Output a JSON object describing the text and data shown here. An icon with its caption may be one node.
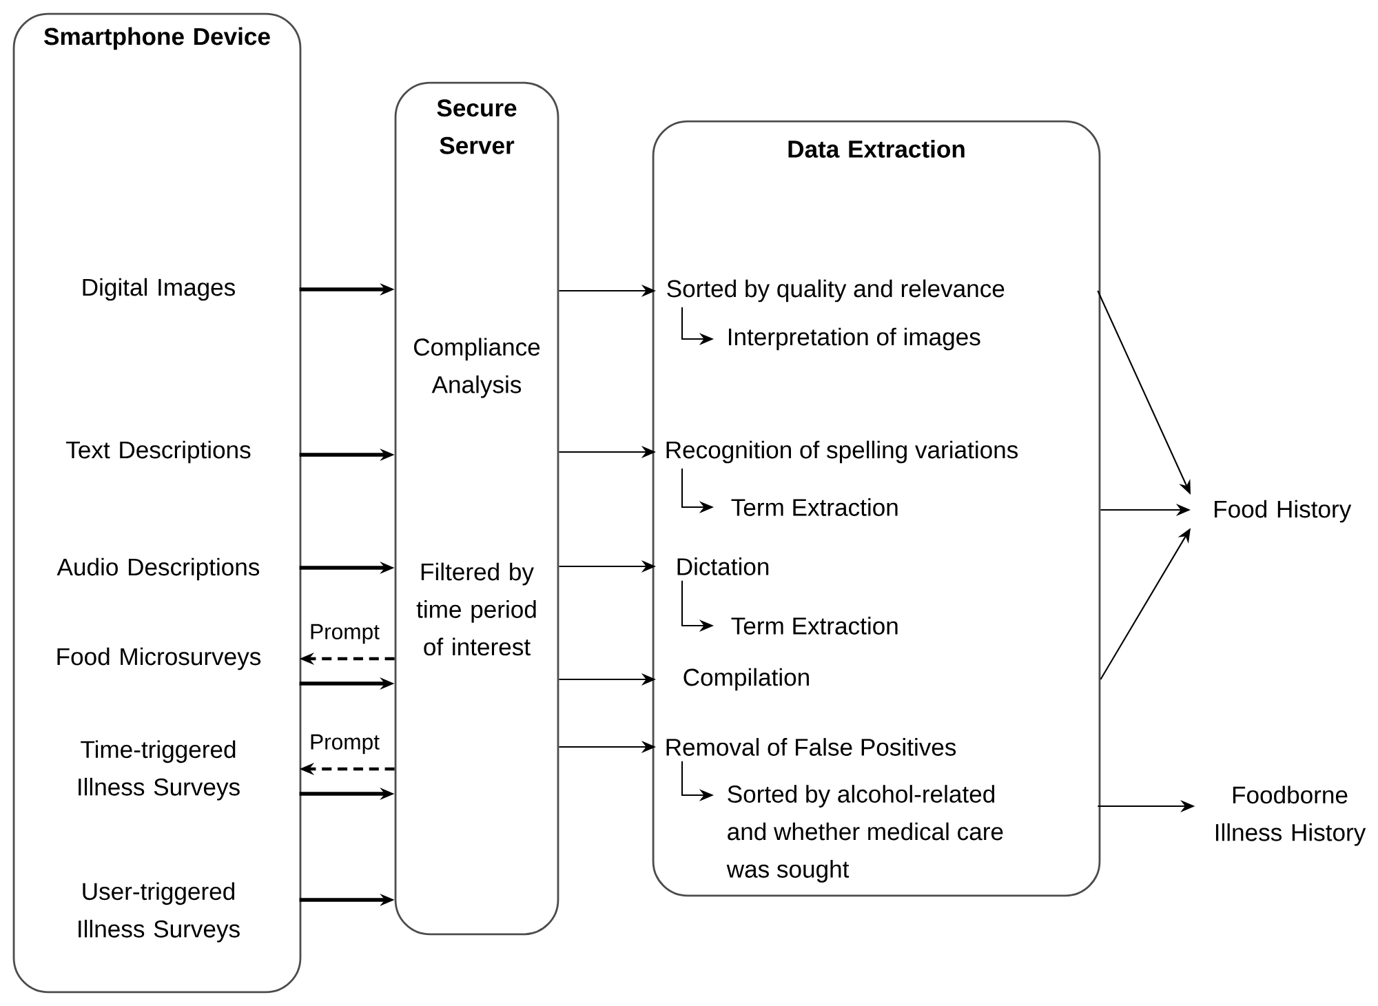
{
  "diagram": {
    "nodes": [
      {
        "text": [
          "Smartphone Device"
        ]
      },
      {
        "text": [
          "Secure Server",
          "Compliance Analysis",
          "Filtered by time period of interest"
        ]
      },
      {
        "text": [
          "Data Extraction"
        ]
      },
      {
        "text": [
          "Digital Images"
        ],
        "in": 0
      },
      {
        "text": [
          "Text Descriptions"
        ],
        "in": 0
      },
      {
        "text": [
          "Audio Descriptions"
        ],
        "in": 0
      },
      {
        "text": [
          "Food Microsurveys"
        ],
        "in": 0
      },
      {
        "text": [
          "Time-triggered Illness Surveys"
        ],
        "in": 0
      },
      {
        "text": [
          "User-triggered Illness Surveys"
        ],
        "in": 0
      },
      {
        "text": [
          "Sorted by quality and relevance"
        ],
        "in": 2
      },
      {
        "text": [
          "Interpretation of images"
        ],
        "in": 2
      },
      {
        "text": [
          "Recognition of spelling variations"
        ],
        "in": 2
      },
      {
        "text": [
          "Term Extraction"
        ],
        "in": 2
      },
      {
        "text": [
          "Dictation"
        ],
        "in": 2
      },
      {
        "text": [
          "Term Extraction"
        ],
        "in": 2
      },
      {
        "text": [
          "Compilation"
        ],
        "in": 2
      },
      {
        "text": [
          "Removal of False Positives"
        ],
        "in": 2
      },
      {
        "text": [
          "Sorted by alcohol-related and whether medical care was sought"
        ],
        "in": 2
      },
      {
        "text": [
          "Food History"
        ]
      },
      {
        "text": [
          "Foodborne Illness History"
        ]
      }
    ],
    "edges": [
      {
        "from": 3,
        "to": 1,
        "arrow": "to",
        "style": "thick"
      },
      {
        "from": 4,
        "to": 1,
        "arrow": "to",
        "style": "thick"
      },
      {
        "from": 5,
        "to": 1,
        "arrow": "to",
        "style": "thick"
      },
      {
        "from": 1,
        "to": 6,
        "arrow": "to",
        "style": "dashed",
        "label": "Prompt"
      },
      {
        "from": 6,
        "to": 1,
        "arrow": "to",
        "style": "thick"
      },
      {
        "from": 1,
        "to": 7,
        "arrow": "to",
        "style": "dashed",
        "label": "Prompt"
      },
      {
        "from": 7,
        "to": 1,
        "arrow": "to",
        "style": "thick"
      },
      {
        "from": 8,
        "to": 1,
        "arrow": "to",
        "style": "thick"
      },
      {
        "from": 1,
        "to": 9,
        "arrow": "to"
      },
      {
        "from": 1,
        "to": 11,
        "arrow": "to"
      },
      {
        "from": 1,
        "to": 13,
        "arrow": "to"
      },
      {
        "from": 1,
        "to": 15,
        "arrow": "to"
      },
      {
        "from": 1,
        "to": 16,
        "arrow": "to"
      },
      {
        "from": 9,
        "to": 10,
        "arrow": "to"
      },
      {
        "from": 11,
        "to": 12,
        "arrow": "to"
      },
      {
        "from": 13,
        "to": 14,
        "arrow": "to"
      },
      {
        "from": 16,
        "to": 17,
        "arrow": "to"
      },
      {
        "from": 9,
        "to": 18,
        "arrow": "to"
      },
      {
        "from": 2,
        "to": 18,
        "arrow": "to"
      },
      {
        "from": 2,
        "to": 18,
        "arrow": "to"
      },
      {
        "from": 17,
        "to": 19,
        "arrow": "to"
      }
    ]
  }
}
